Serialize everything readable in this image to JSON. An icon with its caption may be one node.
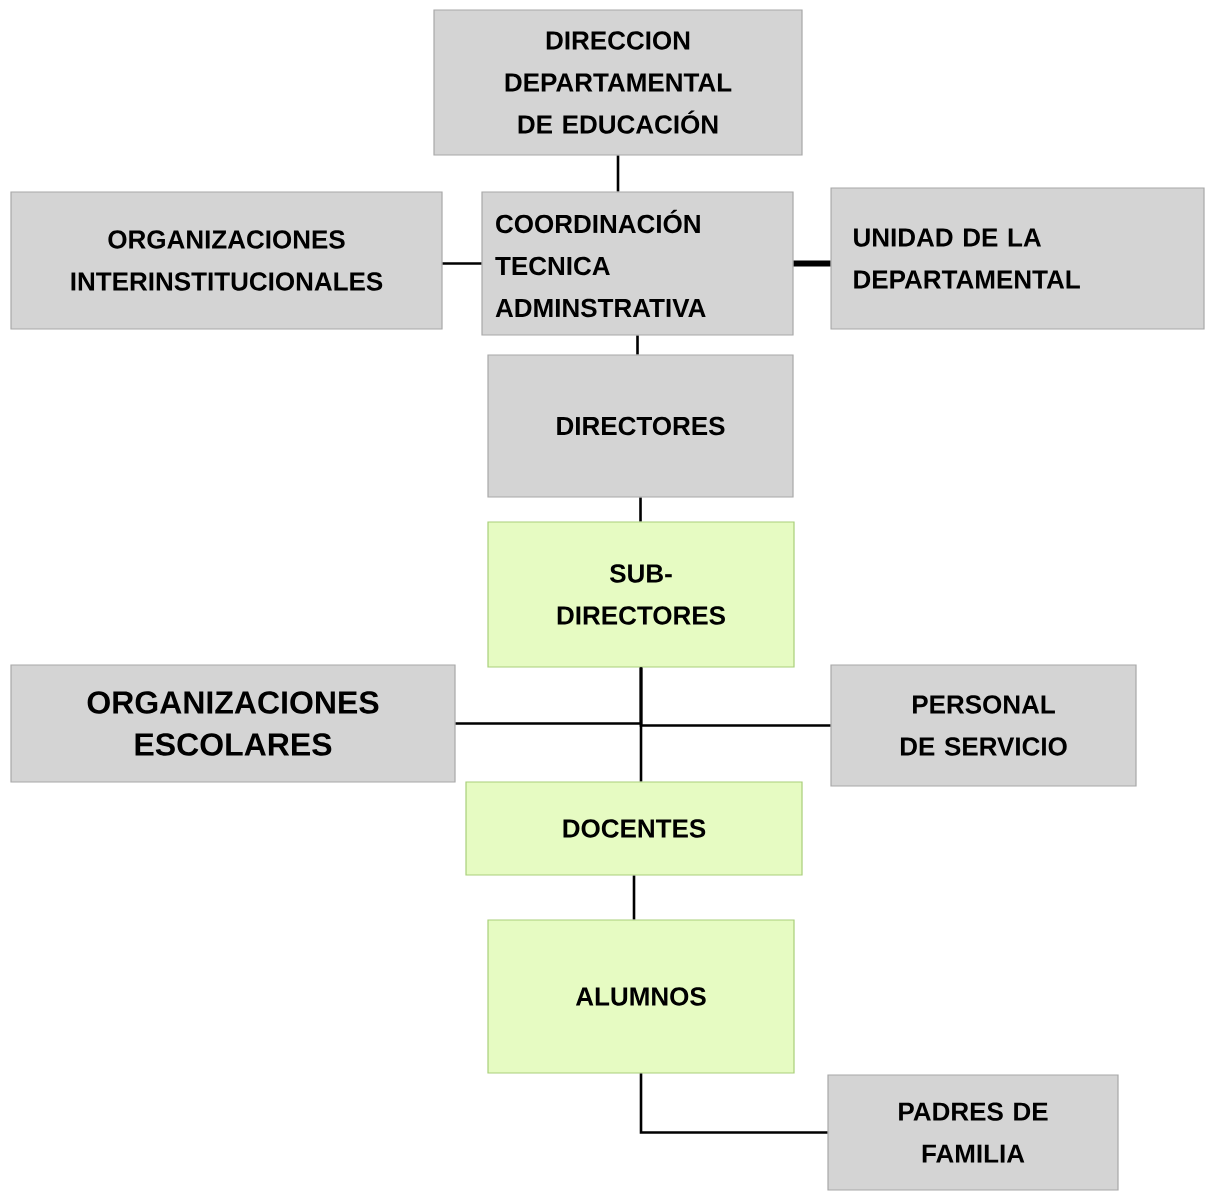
{
  "diagram": {
    "nodes": [
      {
        "text": [
          "DIRECCION DEPARTAMENTAL DE EDUCACIÓN"
        ]
      },
      {
        "text": [
          "ORGANIZACIONES INTERINSTITUCIONALES"
        ]
      },
      {
        "text": [
          "COORDINACIÓN TECNICA ADMINSTRATIVA"
        ]
      },
      {
        "text": [
          "UNIDAD DE LA DEPARTAMENTAL"
        ]
      },
      {
        "text": [
          "DIRECTORES"
        ]
      },
      {
        "text": [
          "SUB- DIRECTORES"
        ]
      },
      {
        "text": [
          "ORGANIZACIONES",
          "ESCOLARES"
        ]
      },
      {
        "text": [
          "PERSONAL DE SERVICIO"
        ]
      },
      {
        "text": [
          "DOCENTES"
        ]
      },
      {
        "text": [
          "ALUMNOS"
        ]
      },
      {
        "text": [
          "PADRES DE FAMILIA"
        ]
      }
    ],
    "edges": [
      {
        "from": 0,
        "to": 2,
        "arrow": "none"
      },
      {
        "from": 1,
        "to": 2,
        "arrow": "none"
      },
      {
        "from": 2,
        "to": 3,
        "arrow": "none",
        "style": "thick"
      },
      {
        "from": 2,
        "to": 4,
        "arrow": "none"
      },
      {
        "from": 4,
        "to": 5,
        "arrow": "none"
      },
      {
        "from": 5,
        "to": 6,
        "arrow": "none"
      },
      {
        "from": 5,
        "to": 7,
        "arrow": "none"
      },
      {
        "from": 5,
        "to": 8,
        "arrow": "none"
      },
      {
        "from": 8,
        "to": 9,
        "arrow": "none"
      },
      {
        "from": 9,
        "to": 10,
        "arrow": "none"
      }
    ]
  }
}
